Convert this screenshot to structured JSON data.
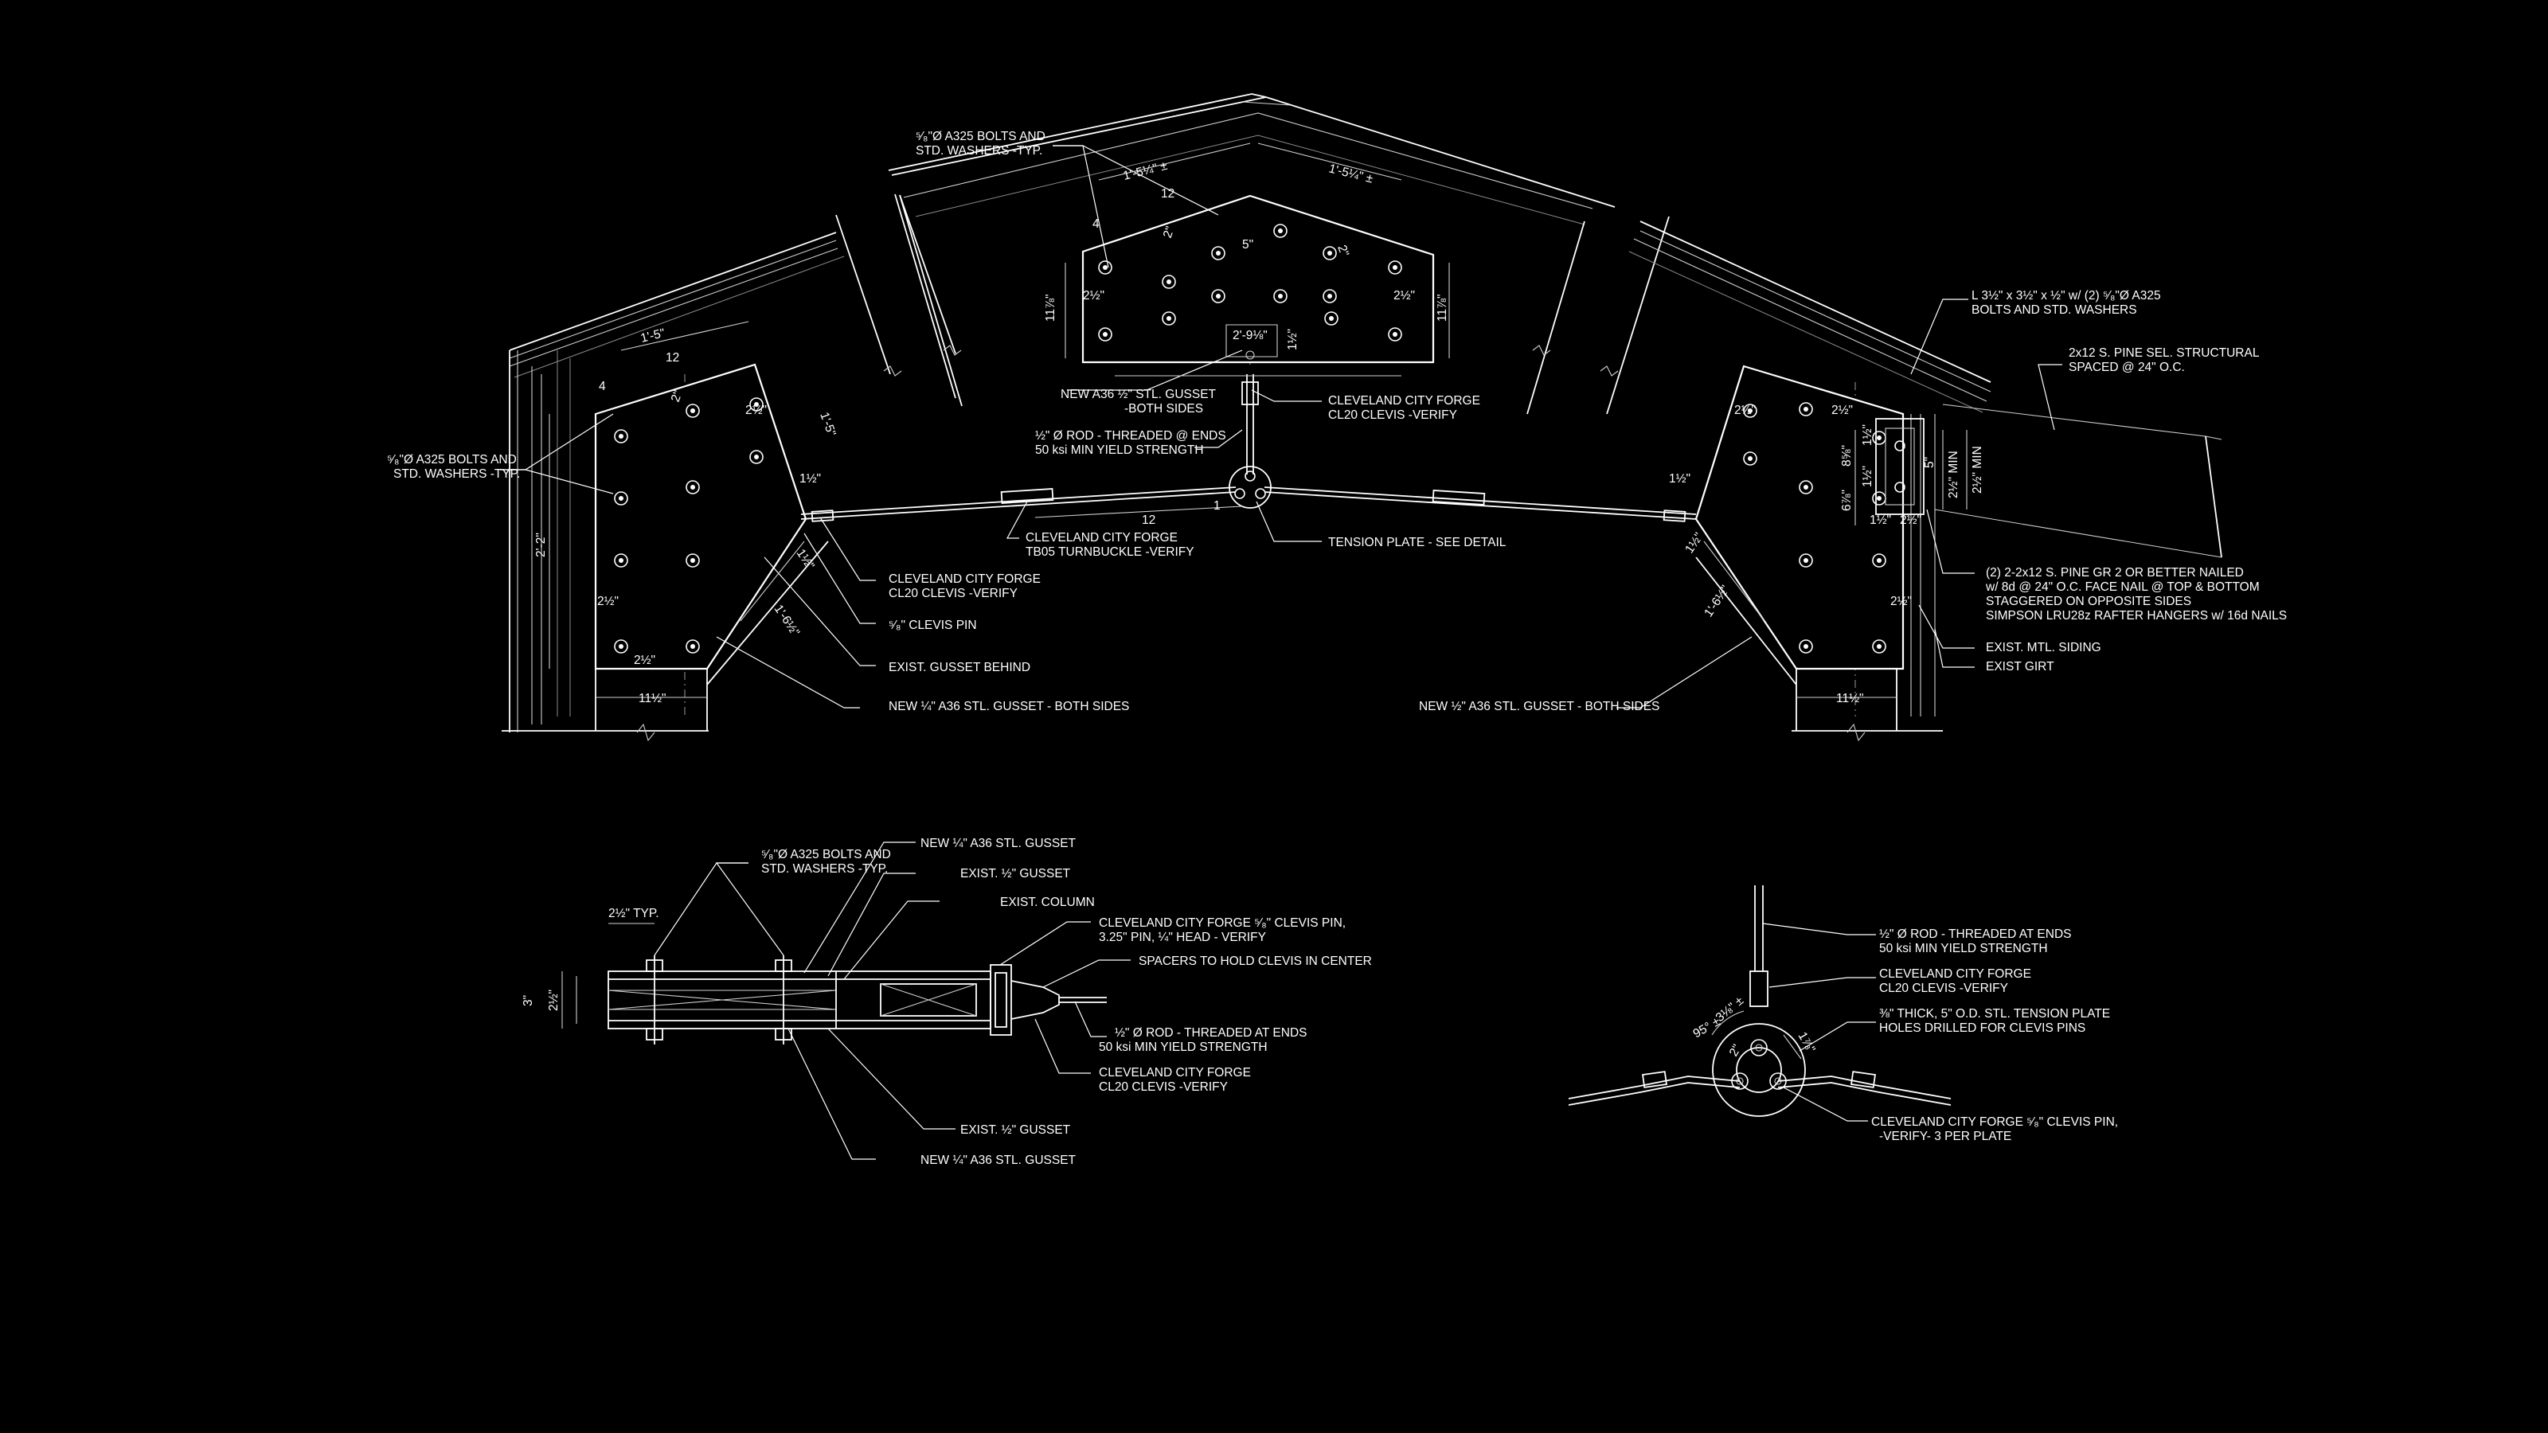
{
  "diagram": {
    "elevation": {
      "notes": {
        "bolts_top": [
          "⁵⁄₈\"Ø A325 BOLTS AND",
          "STD. WASHERS -TYP."
        ],
        "bolts_left": [
          "⁵⁄₈\"Ø A325 BOLTS AND",
          "STD. WASHERS -TYP."
        ],
        "gusset_top": [
          "NEW A36 ½\" STL. GUSSET",
          "-BOTH SIDES"
        ],
        "clevis_top": [
          "CLEVELAND CITY FORGE",
          "CL20 CLEVIS -VERIFY"
        ],
        "rod": [
          "½\" Ø ROD - THREADED @ ENDS",
          "50 ksi MIN YIELD STRENGTH"
        ],
        "turnbuckle": [
          "CLEVELAND CITY FORGE",
          "TB05 TURNBUCKLE -VERIFY"
        ],
        "tension_plate": [
          "TENSION PLATE - SEE DETAIL"
        ],
        "clevis_left": [
          "CLEVELAND CITY FORGE",
          "CL20 CLEVIS -VERIFY"
        ],
        "clevis_pin": [
          "⁵⁄₈\" CLEVIS PIN"
        ],
        "exist_gusset": [
          "EXIST. GUSSET BEHIND"
        ],
        "new_gusset_left": [
          "NEW ¼\" A36 STL. GUSSET - BOTH SIDES"
        ],
        "new_gusset_right": [
          "NEW ½\" A36 STL. GUSSET - BOTH SIDES"
        ],
        "angle": [
          "L 3½\" x 3½\" x ½\" w/ (2) ⁵⁄₈\"Ø A325",
          "BOLTS AND STD. WASHERS"
        ],
        "pine": [
          "2x12 S. PINE SEL. STRUCTURAL",
          "SPACED @ 24\" O.C."
        ],
        "nailing": [
          "(2) 2-2x12 S. PINE GR 2 OR BETTER NAILED",
          "w/ 8d @ 24\" O.C. FACE NAIL @ TOP & BOTTOM",
          "STAGGERED ON OPPOSITE SIDES",
          "SIMPSON LRU28z RAFTER HANGERS w/ 16d NAILS"
        ],
        "siding": [
          "EXIST. MTL. SIDING"
        ],
        "girt": [
          "EXIST GIRT"
        ]
      },
      "dims": {
        "top_left_slope": "1'-5¼\" ±",
        "top_right_slope": "1'-5¼\" ±",
        "top_pitch": "12",
        "top_4": "4",
        "top_5": "5\"",
        "top_2_left": "2\"",
        "top_2_right": "2\"",
        "top_2h_l": "2½\"",
        "top_2h_r": "2½\"",
        "top_11_l": "11⅞\"",
        "top_11_r": "11⅞\"",
        "top_width": "2'-9⅛\"",
        "top_1h": "1½\"",
        "left_slope": "1'-5\"",
        "left_pitch": "12",
        "left_4": "4",
        "left_2": "2\"",
        "left_2h": "2½\"",
        "left_15": "1'-5\"",
        "left_1h": "1½\"",
        "left_22": "2'-2\"",
        "left_2h_b": "2½\"",
        "left_2h_c": "2½\"",
        "left_1h_b": "1½\"",
        "left_16": "1'-6½\"",
        "left_11": "11½\"",
        "rod_12": "12",
        "rod_1": "1",
        "right_2h_a": "2½\"",
        "right_2h_b": "2½\"",
        "right_8": "8⅝\"",
        "right_6": "6⅞\"",
        "right_1h_a": "1½\"",
        "right_1h_b": "1½\"",
        "right_1h_c": "1½\"",
        "right_2h_c": "2½\"",
        "right_1h_d": "1½\"",
        "right_2h_d": "2½\"",
        "right_16": "1'-6½\"",
        "right_11": "11½\"",
        "right_5": "5\"",
        "right_min_a": "2½\" MIN",
        "right_min_b": "2½\" MIN",
        "right_1h_e": "1½\""
      }
    },
    "section": {
      "notes": {
        "bolts": [
          "⁵⁄₈\"Ø A325 BOLTS AND",
          "STD. WASHERS -TYP."
        ],
        "new_gusset_top": [
          "NEW ¼\" A36 STL. GUSSET"
        ],
        "exist_gusset_top": [
          "EXIST. ½\" GUSSET"
        ],
        "exist_column": [
          "EXIST. COLUMN"
        ],
        "clevis_pin": [
          "CLEVELAND CITY FORGE ⁵⁄₈\" CLEVIS PIN,",
          "3.25\" PIN, ¼\" HEAD - VERIFY"
        ],
        "spacers": [
          "SPACERS TO HOLD CLEVIS IN CENTER"
        ],
        "rod": [
          "½\" Ø ROD - THREADED AT ENDS",
          "50 ksi MIN YIELD STRENGTH"
        ],
        "clevis": [
          "CLEVELAND CITY FORGE",
          "CL20 CLEVIS -VERIFY"
        ],
        "exist_gusset_bottom": [
          "EXIST. ½\" GUSSET"
        ],
        "new_gusset_bottom": [
          "NEW ¼\" A36 STL. GUSSET"
        ]
      },
      "dims": {
        "typ": "2½\" TYP.",
        "three": "3\"",
        "two_h": "2½\""
      }
    },
    "tension_detail": {
      "notes": {
        "rod": [
          "½\" Ø ROD - THREADED AT ENDS",
          "50 ksi MIN YIELD STRENGTH"
        ],
        "clevis": [
          "CLEVELAND CITY FORGE",
          "CL20 CLEVIS -VERIFY"
        ],
        "plate": [
          "⅜\" THICK, 5\" O.D. STL. TENSION PLATE",
          "HOLES DRILLED FOR CLEVIS PINS"
        ],
        "pin": [
          "CLEVELAND CITY FORGE ⁵⁄₈\" CLEVIS PIN,",
          "-VERIFY- 3 PER PLATE"
        ]
      },
      "dims": {
        "d1": "3⅛\" ±",
        "d2": "95° ±",
        "d3": "2\"",
        "d4": "1⅞\""
      }
    }
  }
}
